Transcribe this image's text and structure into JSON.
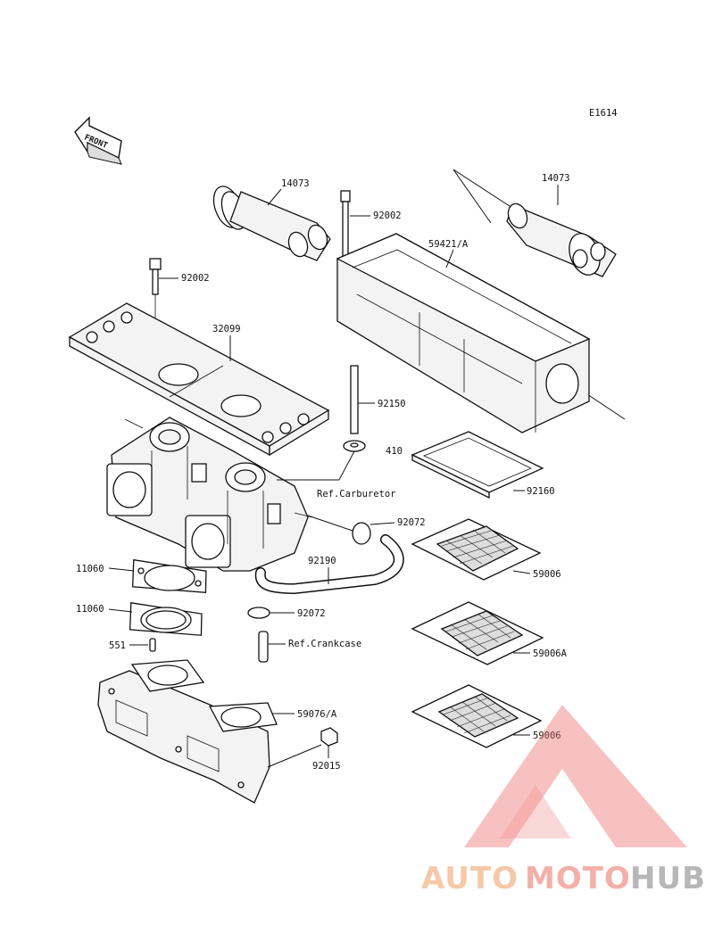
{
  "diagram_id": "E1614",
  "front_label": "FRONT",
  "part_labels": {
    "p14073_left": "14073",
    "p14073_right": "14073",
    "p92002_top": "92002",
    "p92002_left": "92002",
    "p59421A": "59421/A",
    "p32099": "32099",
    "p92150": "92150",
    "p410": "410",
    "ref_carburetor": "Ref.Carburetor",
    "p92160": "92160",
    "p92072_top": "92072",
    "p11060_top": "11060",
    "p92190": "92190",
    "p59006": "59006",
    "p11060_bottom": "11060",
    "p92072_bottom": "92072",
    "p551": "551",
    "ref_crankcase": "Ref.Crankcase",
    "p59006A": "59006A",
    "p59076A": "59076/A",
    "p59006_bottom": "59006",
    "p92015": "92015"
  },
  "watermark": {
    "text_auto": "AUTO",
    "text_moto": "MOTO",
    "text_hub": "HUB",
    "color_auto": "#f5c9a8",
    "color_moto": "#f2b0a8",
    "color_hub": "#b7b7b7",
    "triangle_color": "#ef6a6a"
  }
}
